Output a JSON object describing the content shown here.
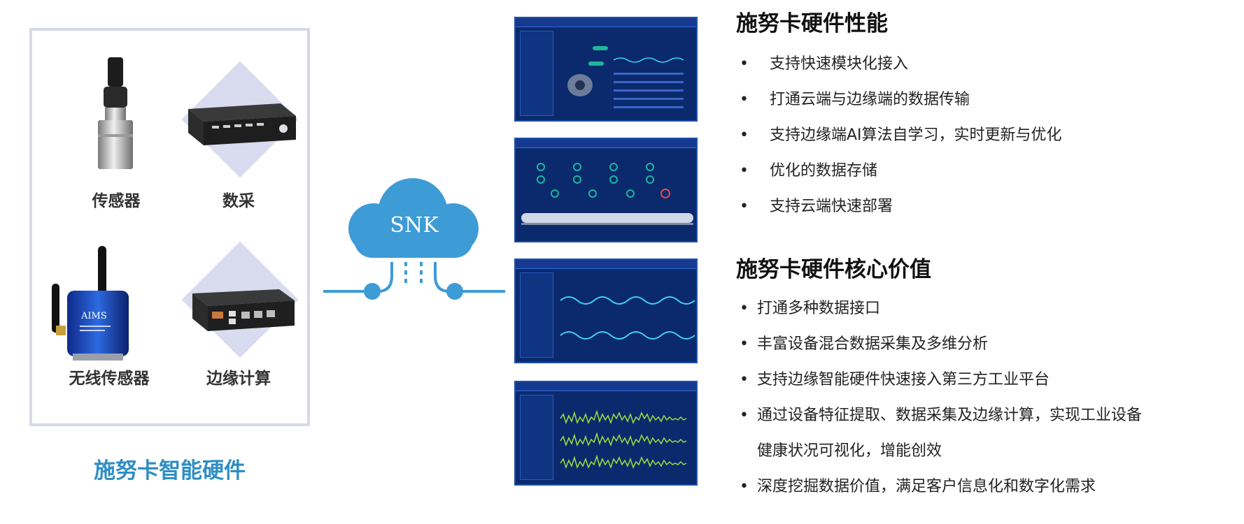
{
  "hardware": {
    "items": [
      {
        "label": "传感器"
      },
      {
        "label": "数采"
      },
      {
        "label": "无线传感器"
      },
      {
        "label": "边缘计算"
      }
    ],
    "device_brand": "AIMS",
    "title": "施努卡智能硬件"
  },
  "cloud": {
    "label": "SNK"
  },
  "performance": {
    "title": "施努卡硬件性能",
    "bullets": [
      "支持快速模块化接入",
      "打通云端与边缘端的数据传输",
      "支持边缘端AI算法自学习，实时更新与优化",
      "优化的数据存储",
      "支持云端快速部署"
    ]
  },
  "core_value": {
    "title": "施努卡硬件核心价值",
    "bullets": [
      "打通多种数据接口",
      "丰富设备混合数据采集及多维分析",
      "支持边缘智能硬件快速接入第三方工业平台",
      "通过设备特征提取、数据采集及边缘计算，实现工业设备",
      "深度挖掘数据价值，满足客户信息化和数字化需求"
    ],
    "continuation": "健康状况可视化，增能创效"
  },
  "colors": {
    "brand_blue": "#2f8ec4",
    "cloud_blue": "#3d9bd6",
    "panel_border": "#d6d9e6",
    "screen_bg": "#0b2a6e",
    "wave_cyan": "#3fd6e8",
    "wave_green": "#9be03c"
  }
}
